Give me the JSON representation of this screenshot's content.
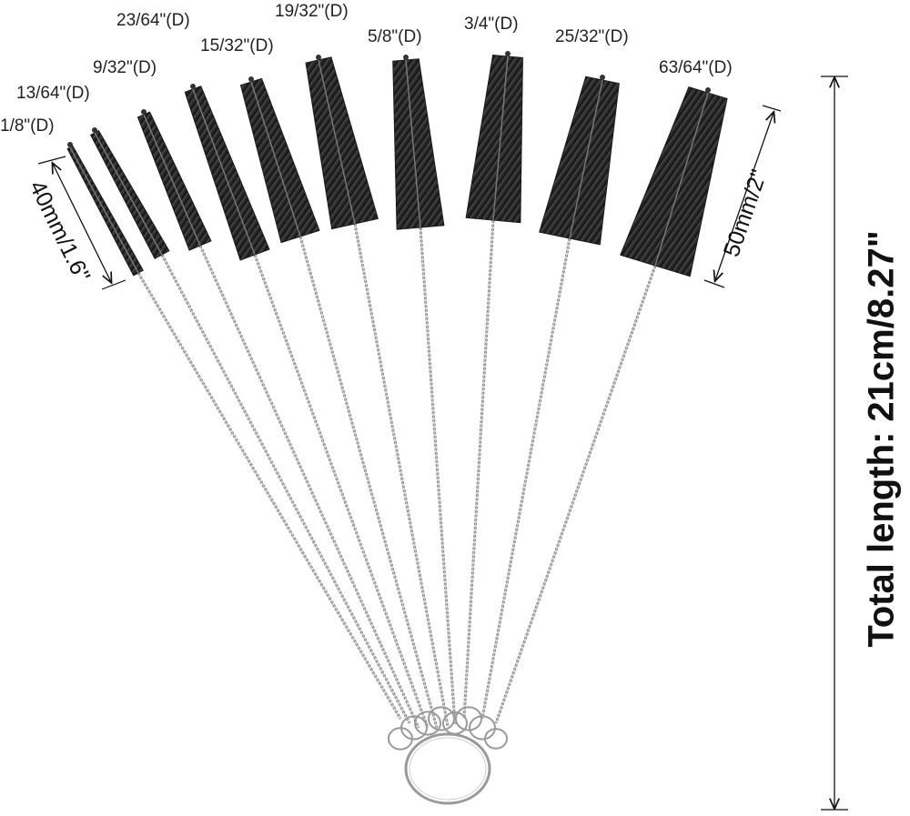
{
  "size_labels": [
    "1/8\"(D)",
    "13/64\"(D)",
    "9/32\"(D)",
    "23/64\"(D)",
    "15/32\"(D)",
    "19/32\"(D)",
    "5/8\"(D)",
    "3/4\"(D)",
    "25/32\"(D)",
    "63/64\"(D)"
  ],
  "dimensions": {
    "short_bristle": "40mm/1.6\"",
    "long_bristle": "50mm/2\"",
    "total_length": "Total length: 21cm/8.27\""
  },
  "colors": {
    "bristle": "#1a1a1a",
    "wire": "#8a8a8a",
    "ring": "#9a9a9a",
    "text": "#222222"
  }
}
